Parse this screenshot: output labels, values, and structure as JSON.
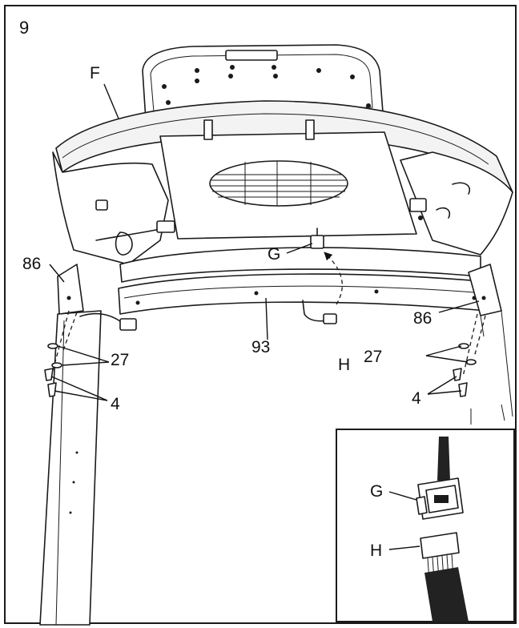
{
  "step_number": "9",
  "labels": {
    "F": "F",
    "G": "G",
    "H": "H",
    "p86_left": "86",
    "p86_right": "86",
    "p27_left": "27",
    "p27_right": "27",
    "p4_left": "4",
    "p4_right": "4",
    "p93": "93"
  },
  "inset_labels": {
    "G": "G",
    "H": "H"
  },
  "colors": {
    "line": "#1a1a1a",
    "background": "#ffffff"
  }
}
